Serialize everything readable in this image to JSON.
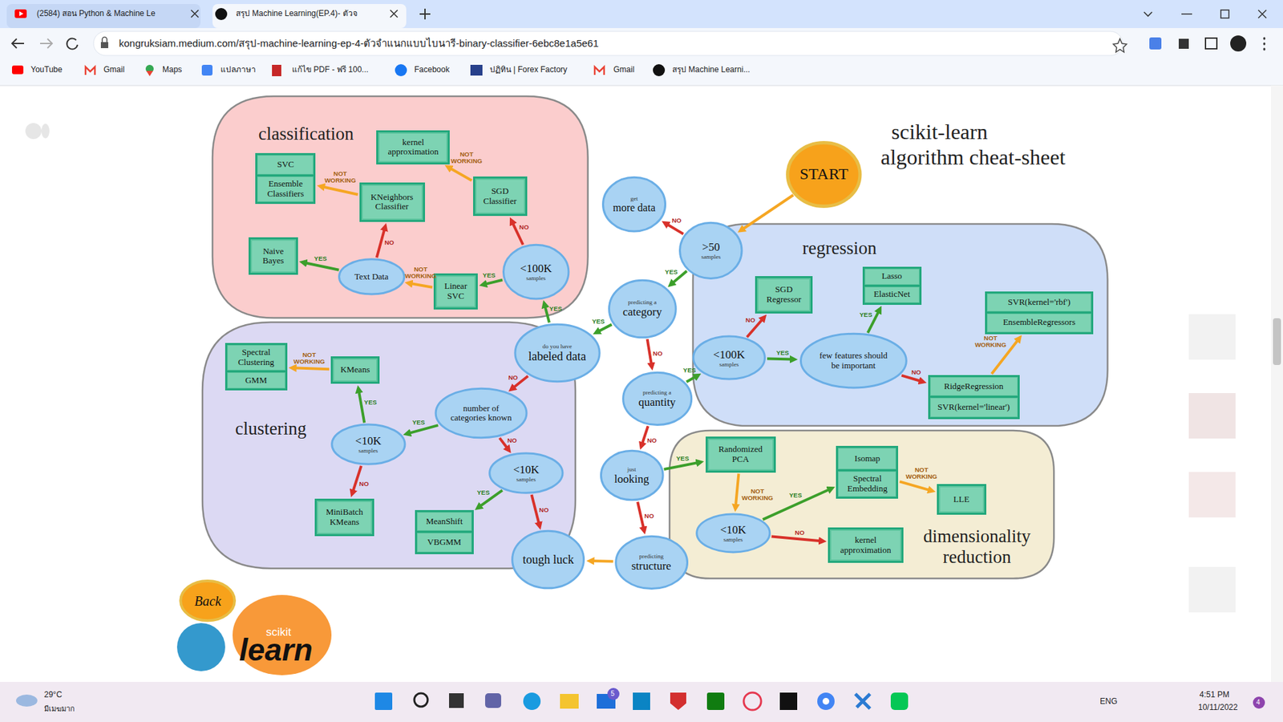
{
  "diagram": {
    "title": "scikit-learn algorithm cheat-sheet",
    "nodes": [
      {
        "text": [
          "START"
        ]
      },
      {
        "text": [
          ">50",
          "samples"
        ]
      },
      {
        "text": [
          "get",
          "more data"
        ]
      },
      {
        "text": [
          "predicting a",
          "category"
        ]
      },
      {
        "text": [
          "do you have",
          "labeled data"
        ]
      },
      {
        "text": [
          "predicting a",
          "quantity"
        ]
      },
      {
        "text": [
          "just",
          "looking"
        ]
      },
      {
        "text": [
          "predicting",
          "structure"
        ]
      },
      {
        "text": [
          "tough luck"
        ]
      },
      {
        "text": [
          "classification"
        ]
      },
      {
        "text": [
          "<100K",
          "samples"
        ],
        "in": 9
      },
      {
        "text": [
          "SGD Classifier"
        ],
        "in": 9
      },
      {
        "text": [
          "kernel approximation"
        ],
        "in": 9
      },
      {
        "text": [
          "Linear SVC"
        ],
        "in": 9
      },
      {
        "text": [
          "Text Data"
        ],
        "in": 9
      },
      {
        "text": [
          "Naive Bayes"
        ],
        "in": 9
      },
      {
        "text": [
          "KNeighbors Classifier"
        ],
        "in": 9
      },
      {
        "text": [
          "SVC",
          "Ensemble Classifiers"
        ],
        "in": 9
      },
      {
        "text": [
          "clustering"
        ]
      },
      {
        "text": [
          "number of categories known"
        ],
        "in": 18
      },
      {
        "text": [
          "<10K",
          "samples"
        ],
        "in": 18
      },
      {
        "text": [
          "KMeans"
        ],
        "in": 18
      },
      {
        "text": [
          "Spectral Clustering",
          "GMM"
        ],
        "in": 18
      },
      {
        "text": [
          "MiniBatch KMeans"
        ],
        "in": 18
      },
      {
        "text": [
          "<10K",
          "samples"
        ],
        "in": 18
      },
      {
        "text": [
          "MeanShift",
          "VBGMM"
        ],
        "in": 18
      },
      {
        "text": [
          "regression"
        ]
      },
      {
        "text": [
          "SGD Regressor"
        ],
        "in": 26
      },
      {
        "text": [
          "<100K",
          "samples"
        ],
        "in": 26
      },
      {
        "text": [
          "few features should be important"
        ],
        "in": 26
      },
      {
        "text": [
          "Lasso",
          "ElasticNet"
        ],
        "in": 26
      },
      {
        "text": [
          "RidgeRegression",
          "SVR(kernel='linear')"
        ],
        "in": 26
      },
      {
        "text": [
          "SVR(kernel='rbf')",
          "EnsembleRegressors"
        ],
        "in": 26
      },
      {
        "text": [
          "dimensionality reduction"
        ]
      },
      {
        "text": [
          "Randomized PCA"
        ],
        "in": 33
      },
      {
        "text": [
          "<10K",
          "samples"
        ],
        "in": 33
      },
      {
        "text": [
          "Isomap",
          "Spectral Embedding"
        ],
        "in": 33
      },
      {
        "text": [
          "LLE"
        ],
        "in": 33
      },
      {
        "text": [
          "kernel approximation"
        ],
        "in": 33
      },
      {
        "text": [
          "Back"
        ]
      }
    ],
    "edges": [
      {
        "from": 0,
        "to": 1,
        "arrow": "to"
      },
      {
        "from": 1,
        "to": 2,
        "label": "NO",
        "arrow": "to"
      },
      {
        "from": 1,
        "to": 3,
        "label": "YES",
        "arrow": "to"
      },
      {
        "from": 3,
        "to": 4,
        "label": "YES",
        "arrow": "to"
      },
      {
        "from": 3,
        "to": 5,
        "label": "NO",
        "arrow": "to"
      },
      {
        "from": 4,
        "to": 10,
        "label": "YES",
        "arrow": "to"
      },
      {
        "from": 4,
        "to": 19,
        "label": "NO",
        "arrow": "to"
      },
      {
        "from": 5,
        "to": 28,
        "label": "YES",
        "arrow": "to"
      },
      {
        "from": 5,
        "to": 6,
        "label": "NO",
        "arrow": "to"
      },
      {
        "from": 6,
        "to": 34,
        "label": "YES",
        "arrow": "to"
      },
      {
        "from": 6,
        "to": 7,
        "label": "NO",
        "arrow": "to"
      },
      {
        "from": 7,
        "to": 8,
        "arrow": "to"
      },
      {
        "from": 10,
        "to": 11,
        "label": "NO",
        "arrow": "to"
      },
      {
        "from": 10,
        "to": 13,
        "label": "YES",
        "arrow": "to"
      },
      {
        "from": 11,
        "to": 12,
        "label": "NOT WORKING",
        "arrow": "to"
      },
      {
        "from": 13,
        "to": 14,
        "label": "NOT WORKING",
        "arrow": "to"
      },
      {
        "from": 14,
        "to": 15,
        "label": "YES",
        "arrow": "to"
      },
      {
        "from": 14,
        "to": 16,
        "label": "NO",
        "arrow": "to"
      },
      {
        "from": 16,
        "to": 17,
        "label": "NOT WORKING",
        "arrow": "to"
      },
      {
        "from": 19,
        "to": 20,
        "label": "YES",
        "arrow": "to"
      },
      {
        "from": 19,
        "to": 24,
        "label": "NO",
        "arrow": "to"
      },
      {
        "from": 20,
        "to": 21,
        "label": "YES",
        "arrow": "to"
      },
      {
        "from": 20,
        "to": 23,
        "label": "NO",
        "arrow": "to"
      },
      {
        "from": 21,
        "to": 22,
        "label": "NOT WORKING",
        "arrow": "to"
      },
      {
        "from": 24,
        "to": 25,
        "label": "YES",
        "arrow": "to"
      },
      {
        "from": 24,
        "to": 8,
        "label": "NO",
        "arrow": "to"
      },
      {
        "from": 28,
        "to": 27,
        "label": "NO",
        "arrow": "to"
      },
      {
        "from": 28,
        "to": 29,
        "label": "YES",
        "arrow": "to"
      },
      {
        "from": 29,
        "to": 30,
        "label": "YES",
        "arrow": "to"
      },
      {
        "from": 29,
        "to": 31,
        "label": "NO",
        "arrow": "to"
      },
      {
        "from": 31,
        "to": 32,
        "label": "NOT WORKING",
        "arrow": "to"
      },
      {
        "from": 34,
        "to": 35,
        "label": "NOT WORKING",
        "arrow": "to"
      },
      {
        "from": 35,
        "to": 36,
        "label": "YES",
        "arrow": "to"
      },
      {
        "from": 35,
        "to": 38,
        "label": "NO",
        "arrow": "to"
      },
      {
        "from": 36,
        "to": 37,
        "label": "NOT WORKING",
        "arrow": "to"
      }
    ],
    "labels": [
      "(2584) สอน Python & Machine Le",
      "สรุป Machine Learning(EP.4)- ตัวจ",
      "kongruksiam.medium.com/สรุป-machine-learning-ep-4-ตัวจำแนกแบบไบนารี-binary-classifier-6ebc8e1a5e61",
      "YouTube",
      "Gmail",
      "Maps",
      "แปลภาษา",
      "แก้ไข PDF - ฟรี 100...",
      "Facebook",
      "ปฏิทิน | Forex Factory",
      "Gmail",
      "สรุป Machine Learni...",
      "29°C",
      "มีเมฆมาก",
      "ENG",
      "4:51 PM",
      "10/11/2022",
      "scikit",
      "learn",
      "5",
      "4"
    ]
  }
}
